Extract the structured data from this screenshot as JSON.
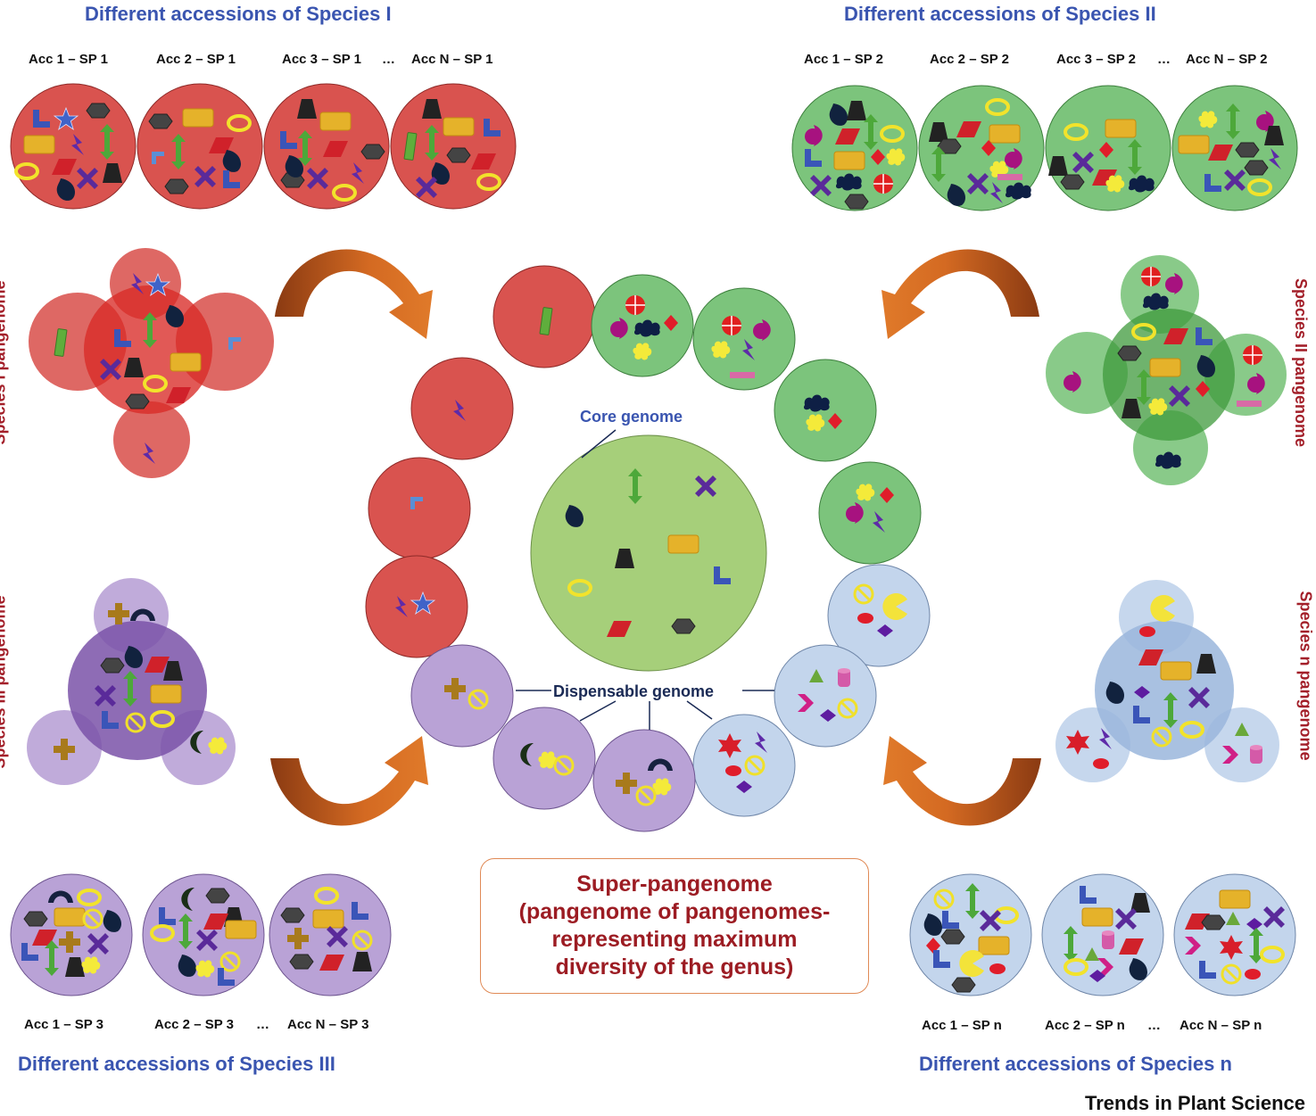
{
  "titles": {
    "sp1": "Different accessions of Species I",
    "sp2": "Different accessions of Species II",
    "sp3": "Different accessions of Species III",
    "spn": "Different accessions of Species n"
  },
  "accessions": {
    "sp1": [
      "Acc 1 – SP 1",
      "Acc 2 – SP 1",
      "Acc 3 – SP 1",
      "…",
      "Acc N – SP 1"
    ],
    "sp2": [
      "Acc 1 – SP 2",
      "Acc 2 – SP 2",
      "Acc 3 – SP 2",
      "…",
      "Acc N – SP 2"
    ],
    "sp3": [
      "Acc 1 – SP 3",
      "Acc 2 – SP 3",
      "…",
      "Acc N – SP 3"
    ],
    "spn": [
      "Acc 1 – SP n",
      "Acc 2 – SP n",
      "…",
      "Acc N – SP n"
    ]
  },
  "pangenome_labels": {
    "sp1": "Species I pangenome",
    "sp2": "Species II pangenome",
    "sp3": "Species III pangenome",
    "spn": "Species n pangenome"
  },
  "center": {
    "core": "Core genome",
    "dispensable": "Dispensable genome"
  },
  "superpangenome": {
    "line1": "Super-pangenome",
    "line2": "(pangenome of pangenomes-",
    "line3": "representing maximum",
    "line4": "diversity of the genus)"
  },
  "footer": "Trends in Plant Science",
  "colors": {
    "species1": "#d9534f",
    "species2": "#7cc47c",
    "species3": "#b9a2d6",
    "speciesn": "#c3d5ec",
    "core": "#a6cf7a",
    "arrow": "#c9601f",
    "title_blue": "#3a55b0",
    "label_red": "#a3202a"
  }
}
